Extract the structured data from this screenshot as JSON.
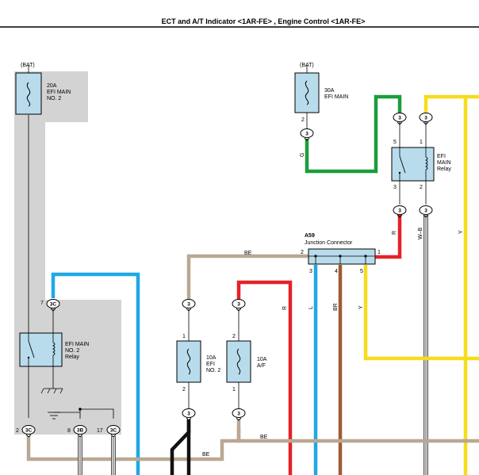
{
  "header": {
    "title": "ECT and A/T Indicator <1AR-FE> , Engine Control <1AR-FE>"
  },
  "colors": {
    "green": "#1a9e3c",
    "blue": "#1ea8e6",
    "red": "#e52228",
    "yellow": "#f7dc1a",
    "beige": "#b9a893",
    "brown": "#a15b32",
    "black": "#111111",
    "gray_zone": "#d3d3d3",
    "box_fill": "#b8dcec",
    "connector_fill": "#b8dcec"
  },
  "sources": {
    "bat_left": "(BAT)",
    "bat_right": "(BAT)"
  },
  "fuses": {
    "efi_main_no2": [
      "20A",
      "EFI MAIN",
      "NO. 2"
    ],
    "efi_main": [
      "30A",
      "EFI MAIN"
    ],
    "efi_no2": [
      "10A",
      "EFI",
      "NO. 2"
    ],
    "af": [
      "10A",
      "A/F"
    ]
  },
  "relays": {
    "efi_main_relay": [
      "EFI",
      "MAIN",
      "Relay"
    ],
    "efi_main_no2_relay": [
      "EFI MAIN",
      "NO. 2",
      "Relay"
    ]
  },
  "junction": {
    "id": "A59",
    "name": "Junction Connector"
  },
  "connectors": {
    "c3": "3",
    "c3c": "3C",
    "c3b": "3B"
  },
  "wire_labels": {
    "g": "G",
    "r_top": "R",
    "w_b": "W–B",
    "y_right": "Y",
    "be_top": "BE",
    "r_mid": "R",
    "l": "L",
    "br": "BR",
    "y_mid": "Y",
    "be_bottom": "BE",
    "be_right": "BE"
  },
  "pins": {
    "fuse_r_2": "2",
    "relay_5": "5",
    "relay_1": "1",
    "relay_3": "3",
    "relay_2": "2",
    "jc_2": "2",
    "jc_1": "1",
    "jc_3": "3",
    "jc_4": "4",
    "jc_5": "5",
    "left_7": "7",
    "left_2": "2",
    "left_8": "8",
    "left_17": "17",
    "efi2_1": "1",
    "efi2_2": "2",
    "af_2": "2",
    "af_1": "1"
  }
}
